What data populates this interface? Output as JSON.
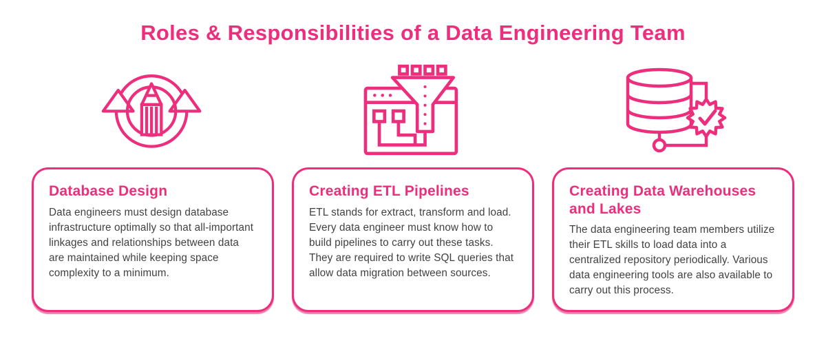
{
  "title": "Roles & Responsibilities of a Data Engineering Team",
  "colors": {
    "accent_pink": "#ED2E7C",
    "body_text": "#414143",
    "background": "#FFFFFF"
  },
  "cards": [
    {
      "icon": "pencil-cycle-icon",
      "title": "Database Design",
      "body": "Data engineers must design database infrastructure optimally so that all-important linkages and relationships between data are maintained while keeping space complexity to a minimum."
    },
    {
      "icon": "etl-funnel-pipeline-icon",
      "title": "Creating ETL Pipelines",
      "body": "ETL stands for extract, transform and load. Every data engineer must know how to build pipelines to carry out these tasks. They are required to write SQL queries that allow data migration between sources."
    },
    {
      "icon": "database-gear-check-icon",
      "title": "Creating Data Warehouses and Lakes",
      "body": "The data engineering team members utilize their ETL skills to load data into a centralized repository periodically. Various data engineering tools are also available to carry out this process."
    }
  ]
}
